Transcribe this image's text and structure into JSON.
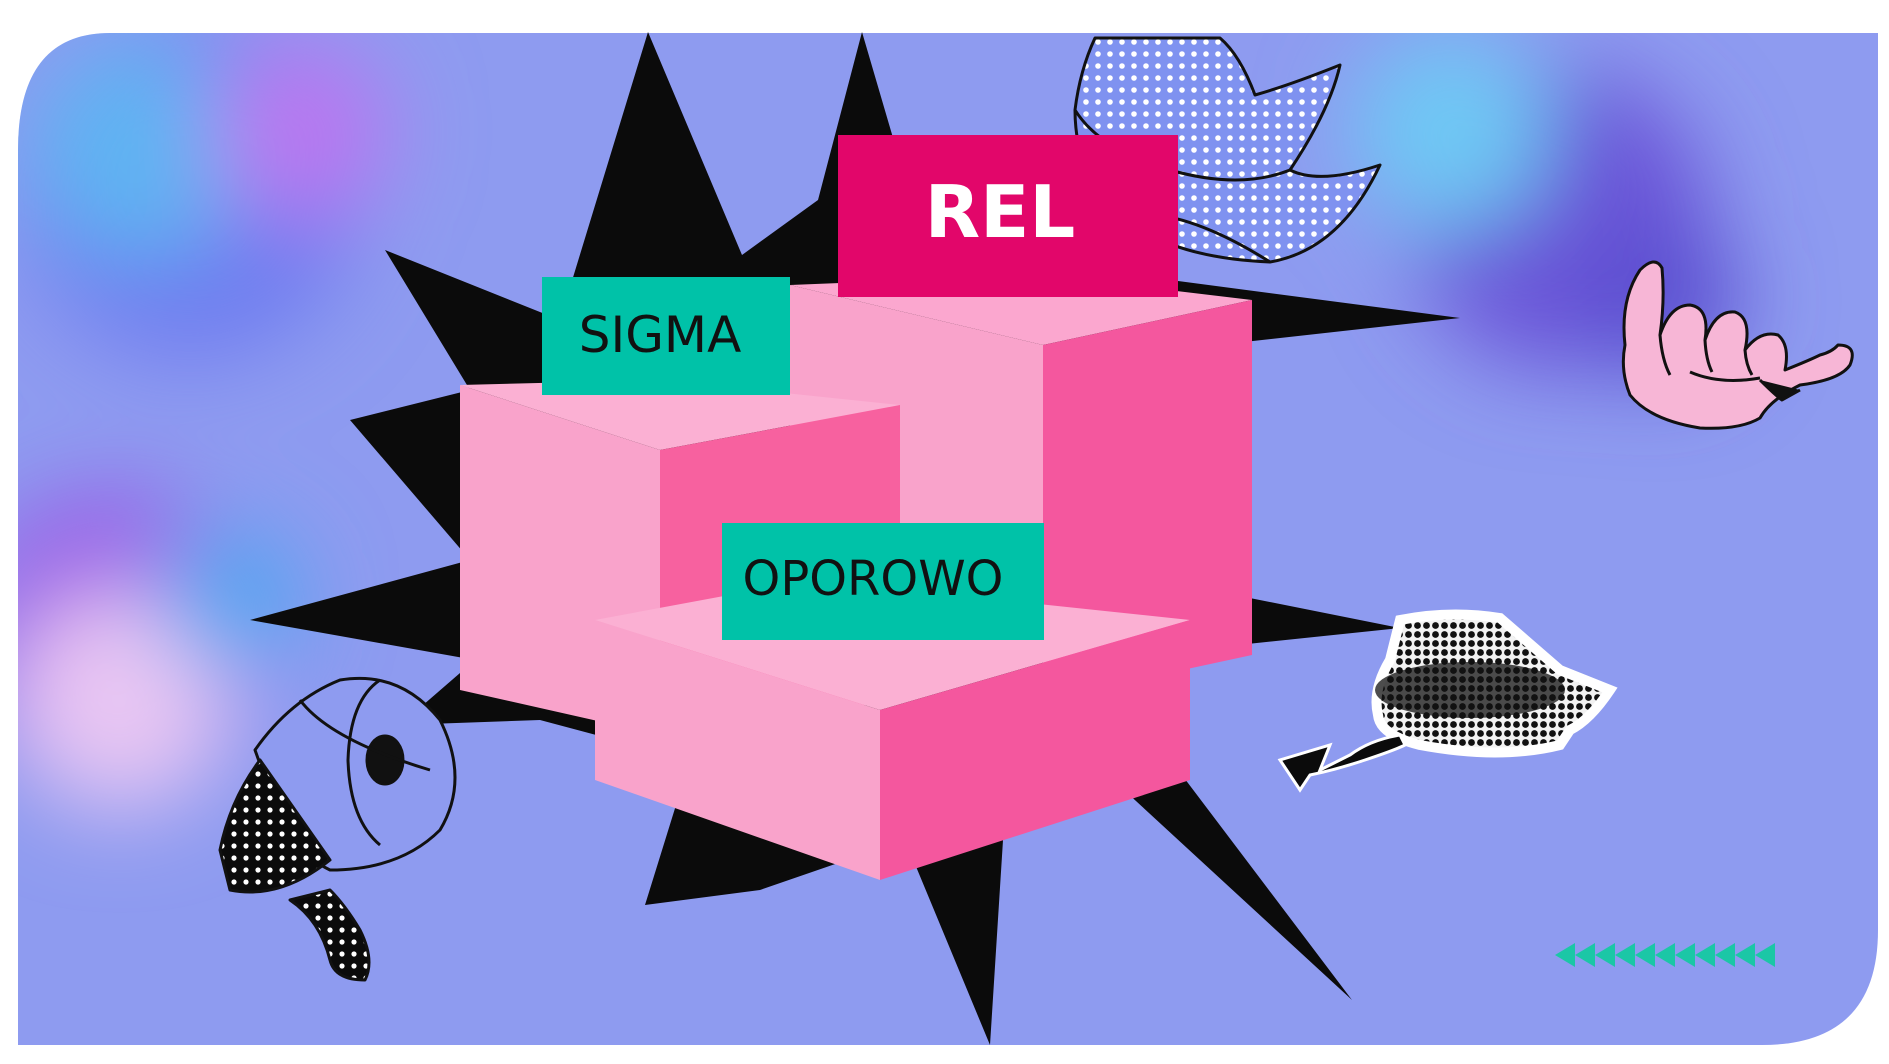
{
  "labels": {
    "top": "REL",
    "left": "SIGMA",
    "front": "OPOROWO"
  },
  "colors": {
    "background": "#8E9BF0",
    "magenta": "#E2066A",
    "teal": "#00C2A8",
    "pink_light": "#F9A3CB",
    "pink_dark": "#F4579E",
    "black": "#0B0B0B",
    "crown_blue": "#7F92F0",
    "hand_pink": "#F7B6D6"
  },
  "icons": [
    "megaphone-icon",
    "crown-icon",
    "hand-gesture-icon",
    "halftone-arrow-icon",
    "chevrons-left-icon"
  ]
}
